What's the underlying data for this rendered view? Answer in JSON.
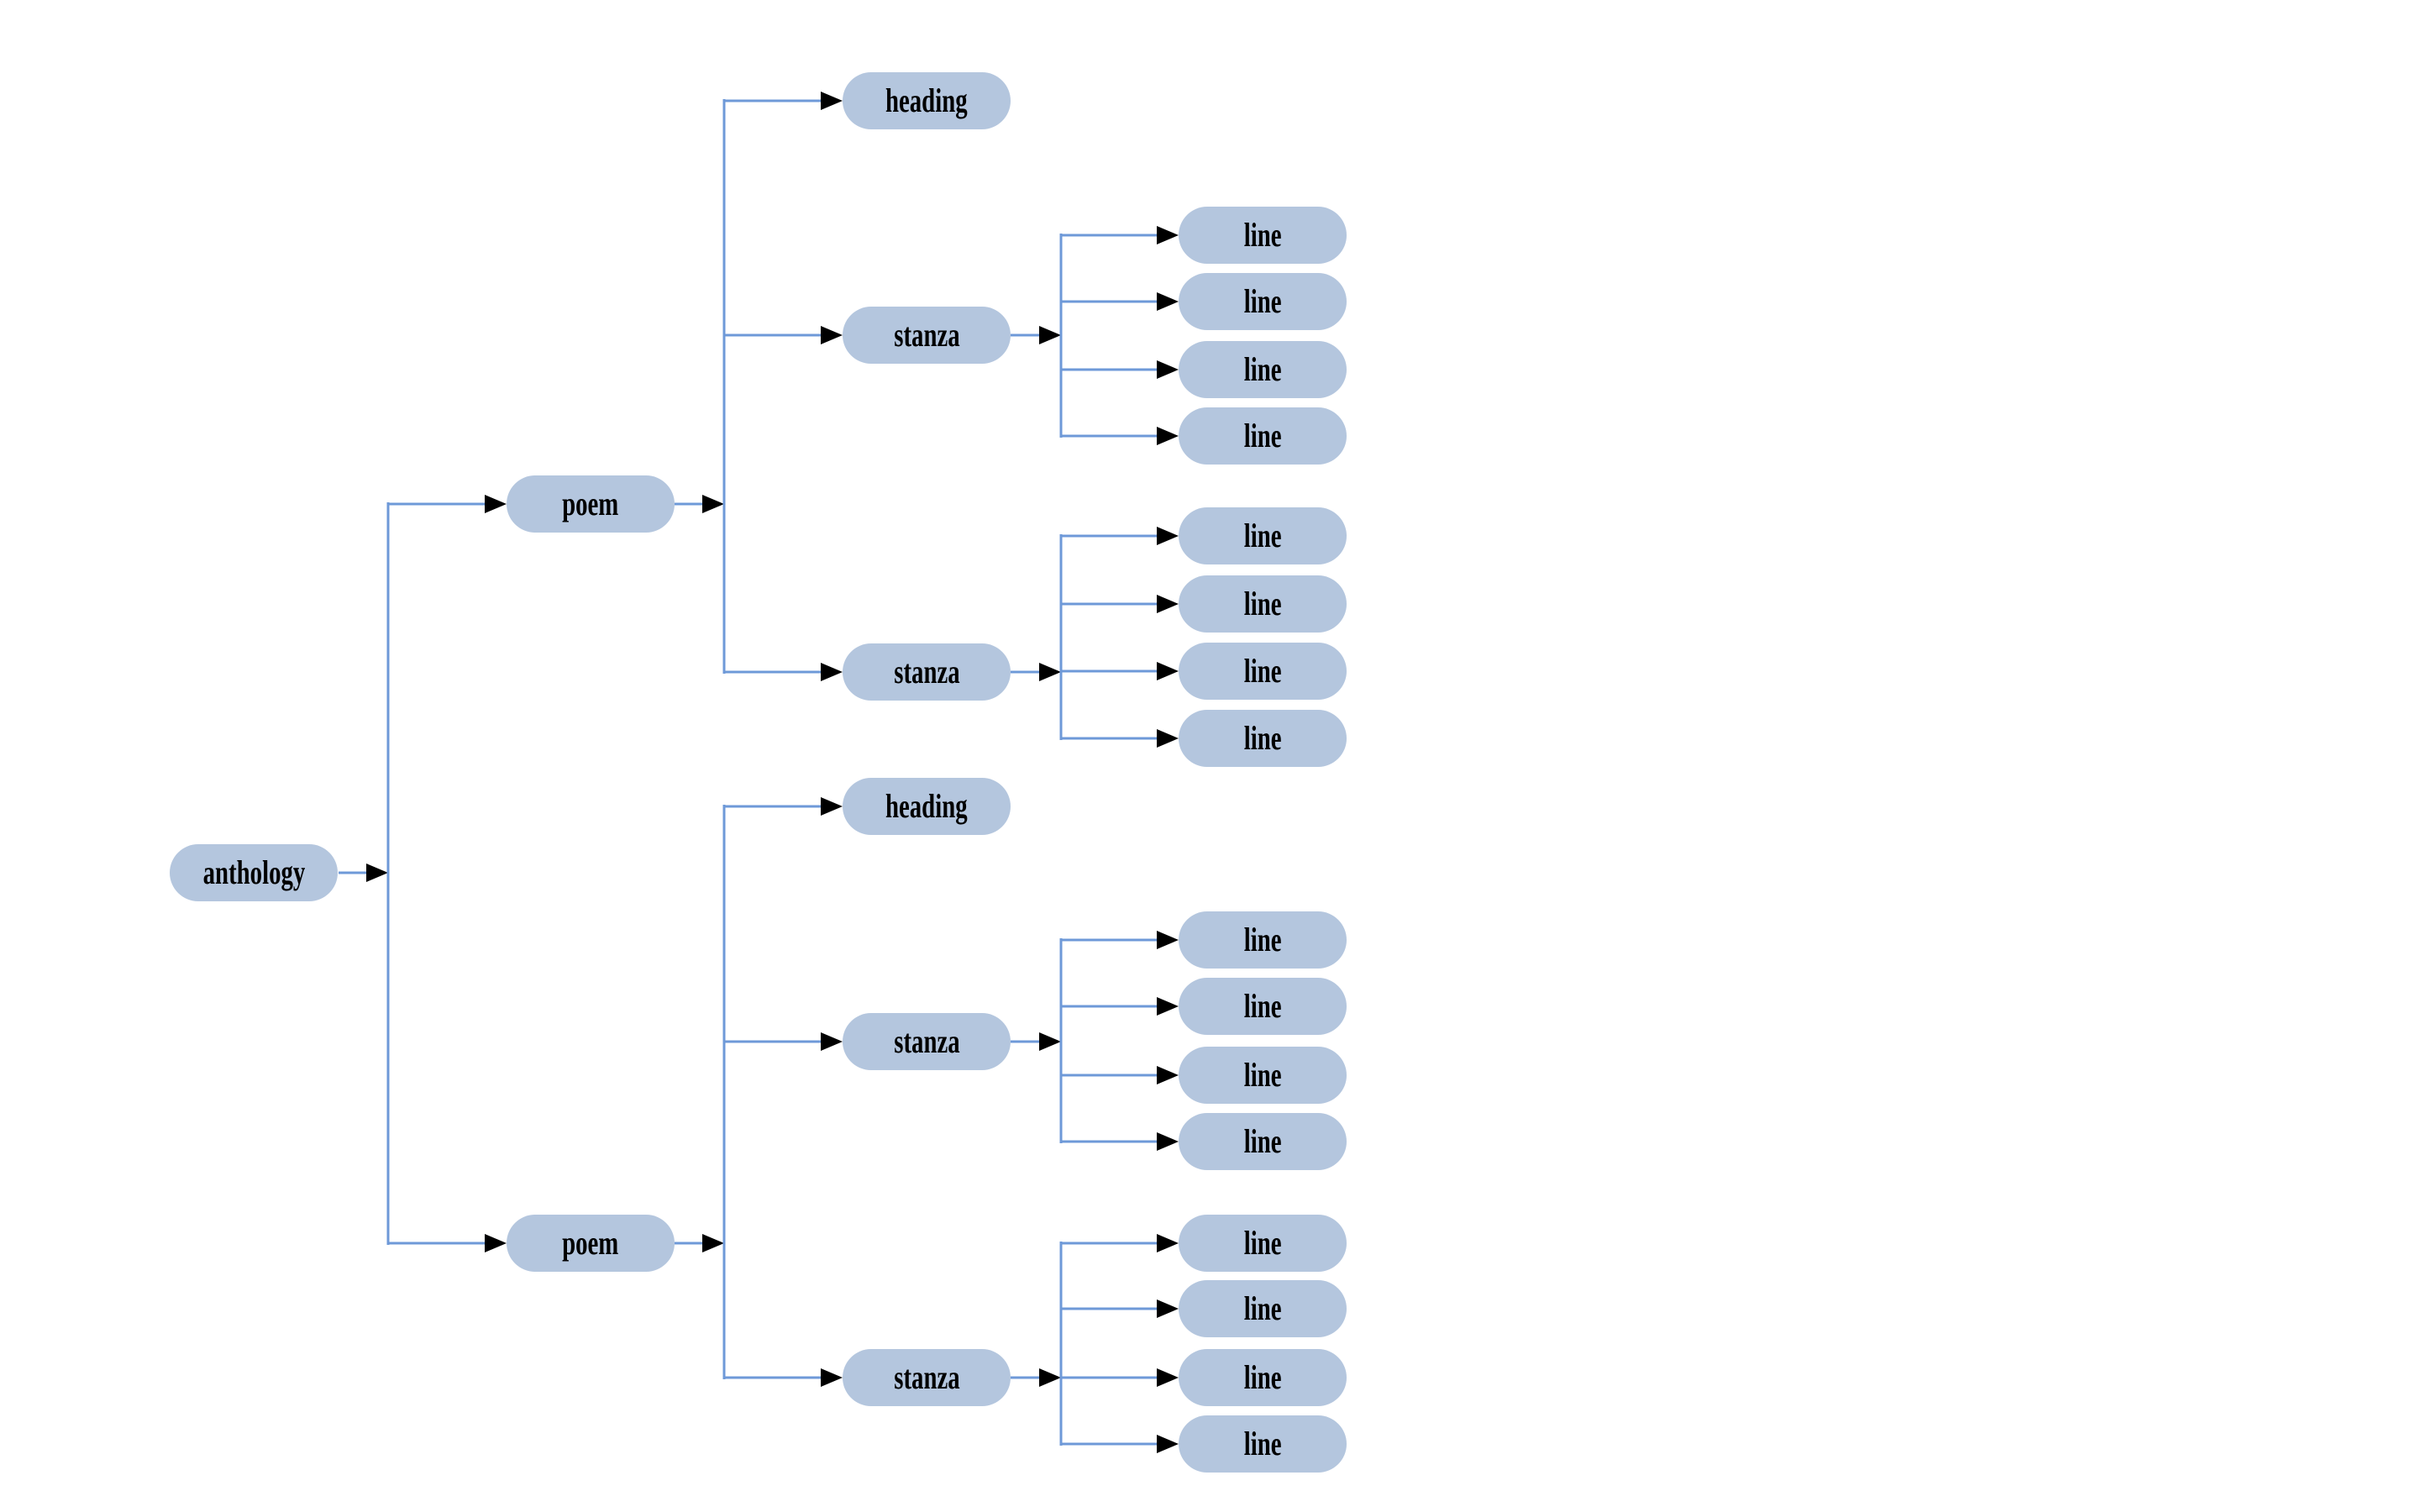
{
  "diagram": {
    "type": "tree",
    "orientation": "left-to-right",
    "colors": {
      "background": "#ffffff",
      "node_fill": "#b4c6de",
      "edge": "#6e99d8",
      "arrow": "#000000",
      "text": "#000000"
    },
    "root": {
      "label": "anthology",
      "children": [
        {
          "label": "poem",
          "children": [
            {
              "label": "heading",
              "children": []
            },
            {
              "label": "stanza",
              "children": [
                {
                  "label": "line"
                },
                {
                  "label": "line"
                },
                {
                  "label": "line"
                },
                {
                  "label": "line"
                }
              ]
            },
            {
              "label": "stanza",
              "children": [
                {
                  "label": "line"
                },
                {
                  "label": "line"
                },
                {
                  "label": "line"
                },
                {
                  "label": "line"
                }
              ]
            }
          ]
        },
        {
          "label": "poem",
          "children": [
            {
              "label": "heading",
              "children": []
            },
            {
              "label": "stanza",
              "children": [
                {
                  "label": "line"
                },
                {
                  "label": "line"
                },
                {
                  "label": "line"
                },
                {
                  "label": "line"
                }
              ]
            },
            {
              "label": "stanza",
              "children": [
                {
                  "label": "line"
                },
                {
                  "label": "line"
                },
                {
                  "label": "line"
                },
                {
                  "label": "line"
                }
              ]
            }
          ]
        }
      ]
    }
  }
}
